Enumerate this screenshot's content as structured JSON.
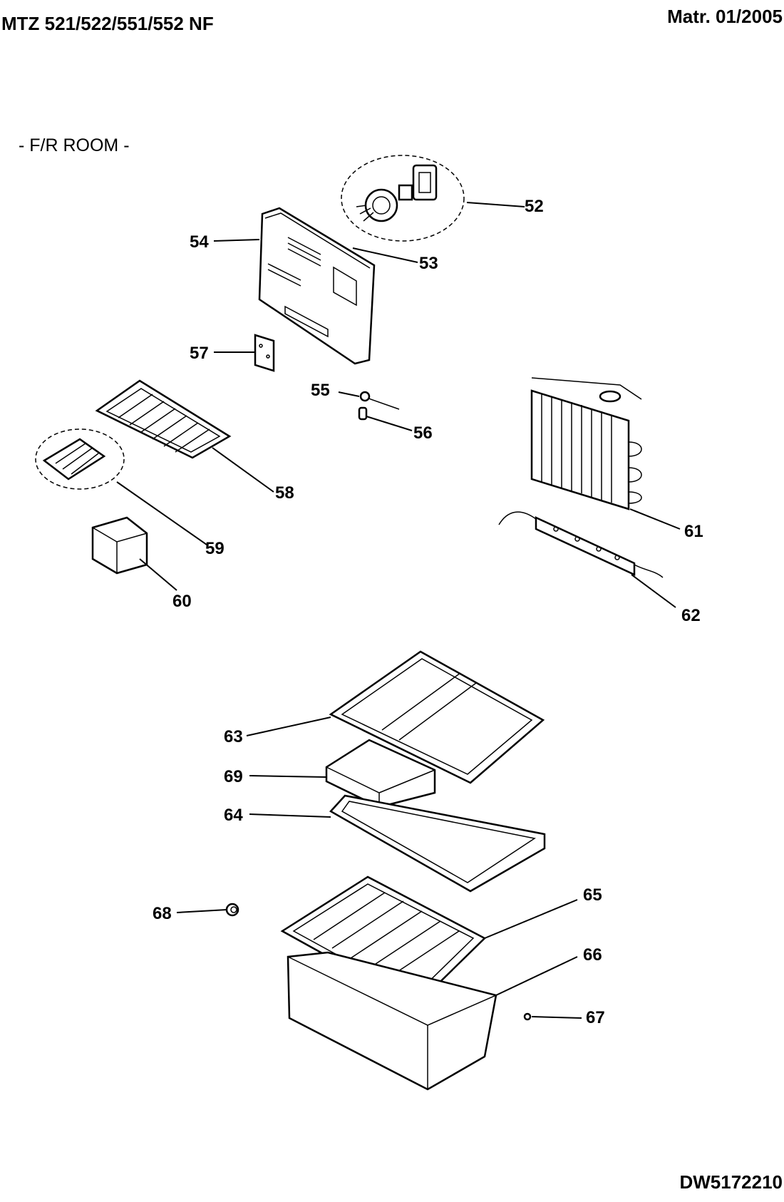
{
  "header": {
    "model": "MTZ 521/522/551/552 NF",
    "material": "Matr.  01/2005"
  },
  "section_title": "- F/R ROOM -",
  "footer": {
    "drawing_code": "DW5172210"
  },
  "parts": [
    {
      "key": "p52",
      "label": "52"
    },
    {
      "key": "p53",
      "label": "53"
    },
    {
      "key": "p54",
      "label": "54"
    },
    {
      "key": "p55",
      "label": "55"
    },
    {
      "key": "p56",
      "label": "56"
    },
    {
      "key": "p57",
      "label": "57"
    },
    {
      "key": "p58",
      "label": "58"
    },
    {
      "key": "p59",
      "label": "59"
    },
    {
      "key": "p60",
      "label": "60"
    },
    {
      "key": "p61",
      "label": "61"
    },
    {
      "key": "p62",
      "label": "62"
    },
    {
      "key": "p63",
      "label": "63"
    },
    {
      "key": "p64",
      "label": "64"
    },
    {
      "key": "p65",
      "label": "65"
    },
    {
      "key": "p66",
      "label": "66"
    },
    {
      "key": "p67",
      "label": "67"
    },
    {
      "key": "p68",
      "label": "68"
    },
    {
      "key": "p69",
      "label": "69"
    }
  ]
}
